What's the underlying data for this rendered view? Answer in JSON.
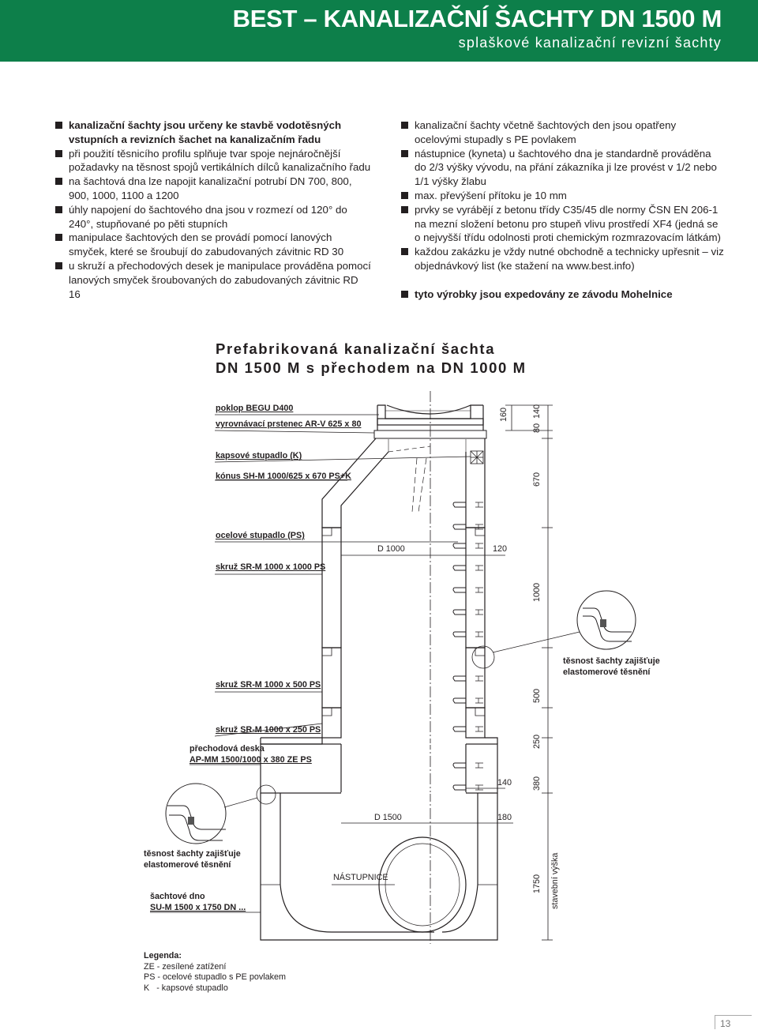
{
  "header": {
    "title": "BEST – KANALIZAČNÍ ŠACHTY DN 1500 M",
    "subtitle": "splaškové kanalizační revizní šachty"
  },
  "left_bullets": [
    {
      "text": "kanalizační šachty jsou určeny ke stavbě vodotěsných vstupních a revizních šachet na kanalizačním řadu",
      "bold": true
    },
    {
      "text": "při použití těsnicího profilu splňuje tvar spoje nejnáročnější požadavky na těsnost spojů vertikálních dílců kanalizačního řadu",
      "bold": false
    },
    {
      "text": "na šachtová dna lze napojit kanalizační potrubí DN 700, 800, 900, 1000, 1100 a 1200",
      "bold": false
    },
    {
      "text": "úhly napojení do šachtového dna jsou v rozmezí od 120° do 240°, stupňované po pěti stupních",
      "bold": false
    },
    {
      "text": "manipulace šachtových den se provádí pomocí lanových smyček, které se šroubují do zabudovaných závitnic RD 30",
      "bold": false
    },
    {
      "text": "u skruží a přechodových desek je manipulace prováděna pomocí lanových smyček šroubovaných do zabudovaných závitnic RD 16",
      "bold": false
    }
  ],
  "right_bullets": [
    {
      "text": "kanalizační šachty včetně šachtových den jsou opatřeny ocelovými stupadly s PE povlakem",
      "bold": false
    },
    {
      "text": "nástupnice (kyneta) u šachtového dna je standardně prováděna do 2/3 výšky vývodu, na přání zákazníka ji lze provést v 1/2 nebo 1/1 výšky žlabu",
      "bold": false
    },
    {
      "text": "max. převýšení přítoku je 10 mm",
      "bold": false
    },
    {
      "text": "prvky se vyrábějí z betonu třídy C35/45 dle normy ČSN EN 206-1 na mezní složení betonu pro stupeň vlivu prostředí XF4 (jedná se o nejvyšší třídu odolnosti proti chemickým rozmrazovacím látkám)",
      "bold": false
    },
    {
      "text": "každou zakázku je vždy nutné obchodně a technicky upřesnit – viz objednávkový list (ke stažení na www.best.info)",
      "bold": false
    },
    {
      "text": "tyto výrobky jsou expedovány ze závodu Mohelnice",
      "bold": true
    }
  ],
  "diagram": {
    "title_line1": "Prefabrikovaná kanalizační šachta",
    "title_line2": "DN 1500 M s přechodem na DN 1000 M",
    "labels": {
      "poklop": "poklop BEGU D400",
      "prstenec": "vyrovnávací prstenec AR-V 625 x 80",
      "kapsove": "kapsové stupadlo (K)",
      "konus": "kónus SH-M 1000/625 x 670 PS+K",
      "ocelove": "ocelové stupadlo (PS)",
      "skruz1000": "skruž SR-M 1000 x 1000 PS",
      "skruz500": "skruž SR-M 1000 x 500 PS",
      "skruz250": "skruž SR-M 1000 x 250 PS",
      "prechodova1": "přechodová deska",
      "prechodova2": "AP-MM 1500/1000 x 380 ZE PS",
      "tesnost_r1": "těsnost šachty zajišťuje",
      "tesnost_r2": "elastomerové těsnění",
      "tesnost_l1": "těsnost šachty zajišťuje",
      "tesnost_l2": "elastomerové těsnění",
      "dno1": "šachtové dno",
      "dno2": "SU-M 1500 x 1750 DN ...",
      "nastupnice": "NÁSTUPNICE",
      "d1000": "D 1000",
      "d1500": "D 1500",
      "w120": "120",
      "w140": "140",
      "w180": "180"
    },
    "dimensions": {
      "d160": "160",
      "d80": "80",
      "d140": "140",
      "d670": "670",
      "d1000": "1000",
      "d500": "500",
      "d250": "250",
      "d380": "380",
      "d1750": "1750",
      "stavebni": "stavební výška"
    }
  },
  "legend": {
    "heading": "Legenda:",
    "items": [
      "ZE - zesílené zatížení",
      "PS - ocelové stupadlo s PE povlakem",
      "K   - kapsové stupadlo"
    ]
  },
  "page_number": "13",
  "colors": {
    "brand_green": "#0d7f4a",
    "text": "#231f20"
  }
}
